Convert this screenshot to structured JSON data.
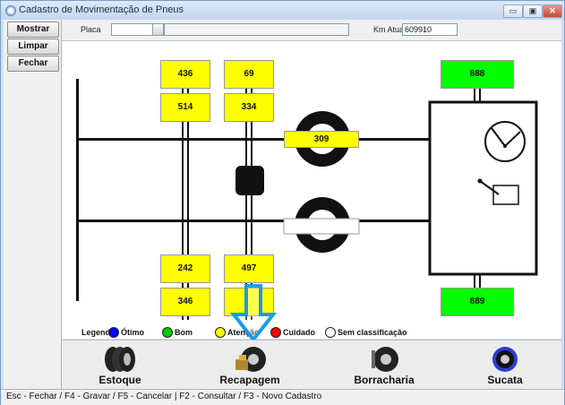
{
  "window": {
    "title": "Cadastro de Movimentação de Pneus",
    "minimize": "▭",
    "maximize": "▣",
    "close": "✕"
  },
  "sidebar": {
    "buttons": [
      {
        "label": "Mostrar"
      },
      {
        "label": "Limpar"
      },
      {
        "label": "Fechar"
      }
    ]
  },
  "topbar": {
    "placa_label": "Placa",
    "placa_value": "",
    "km_label": "Km Atual",
    "km_value": "609910"
  },
  "tires": {
    "axle1_top_outer": "436",
    "axle1_top_inner": "514",
    "axle2_top_outer": "69",
    "axle2_top_inner": "334",
    "axle1_bottom_inner": "242",
    "axle1_bottom_outer": "346",
    "axle2_bottom_inner": "497",
    "axle2_bottom_outer": "",
    "spare_top": "309",
    "spare_bottom": "",
    "front_top": "888",
    "front_bottom": "889"
  },
  "legend": {
    "title": "Legenda:",
    "items": [
      {
        "label": "Ótimo",
        "color": "#0000ff"
      },
      {
        "label": "Bom",
        "color": "#00cc00"
      },
      {
        "label": "Atenção",
        "color": "#ffff00"
      },
      {
        "label": "Cuidado",
        "color": "#ff0000"
      },
      {
        "label": "Sem classificação",
        "color": "#ffffff"
      }
    ]
  },
  "actions": {
    "estoque": "Estoque",
    "recapagem": "Recapagem",
    "borracharia": "Borracharia",
    "sucata": "Sucata"
  },
  "status": "Esc - Fechar / F4 - Gravar / F5 - Cancelar  |  F2 - Consultar / F3 - Novo Cadastro",
  "colors": {
    "good": "#00ff00",
    "attention": "#ffff00",
    "arrow": "#1a9be8"
  }
}
